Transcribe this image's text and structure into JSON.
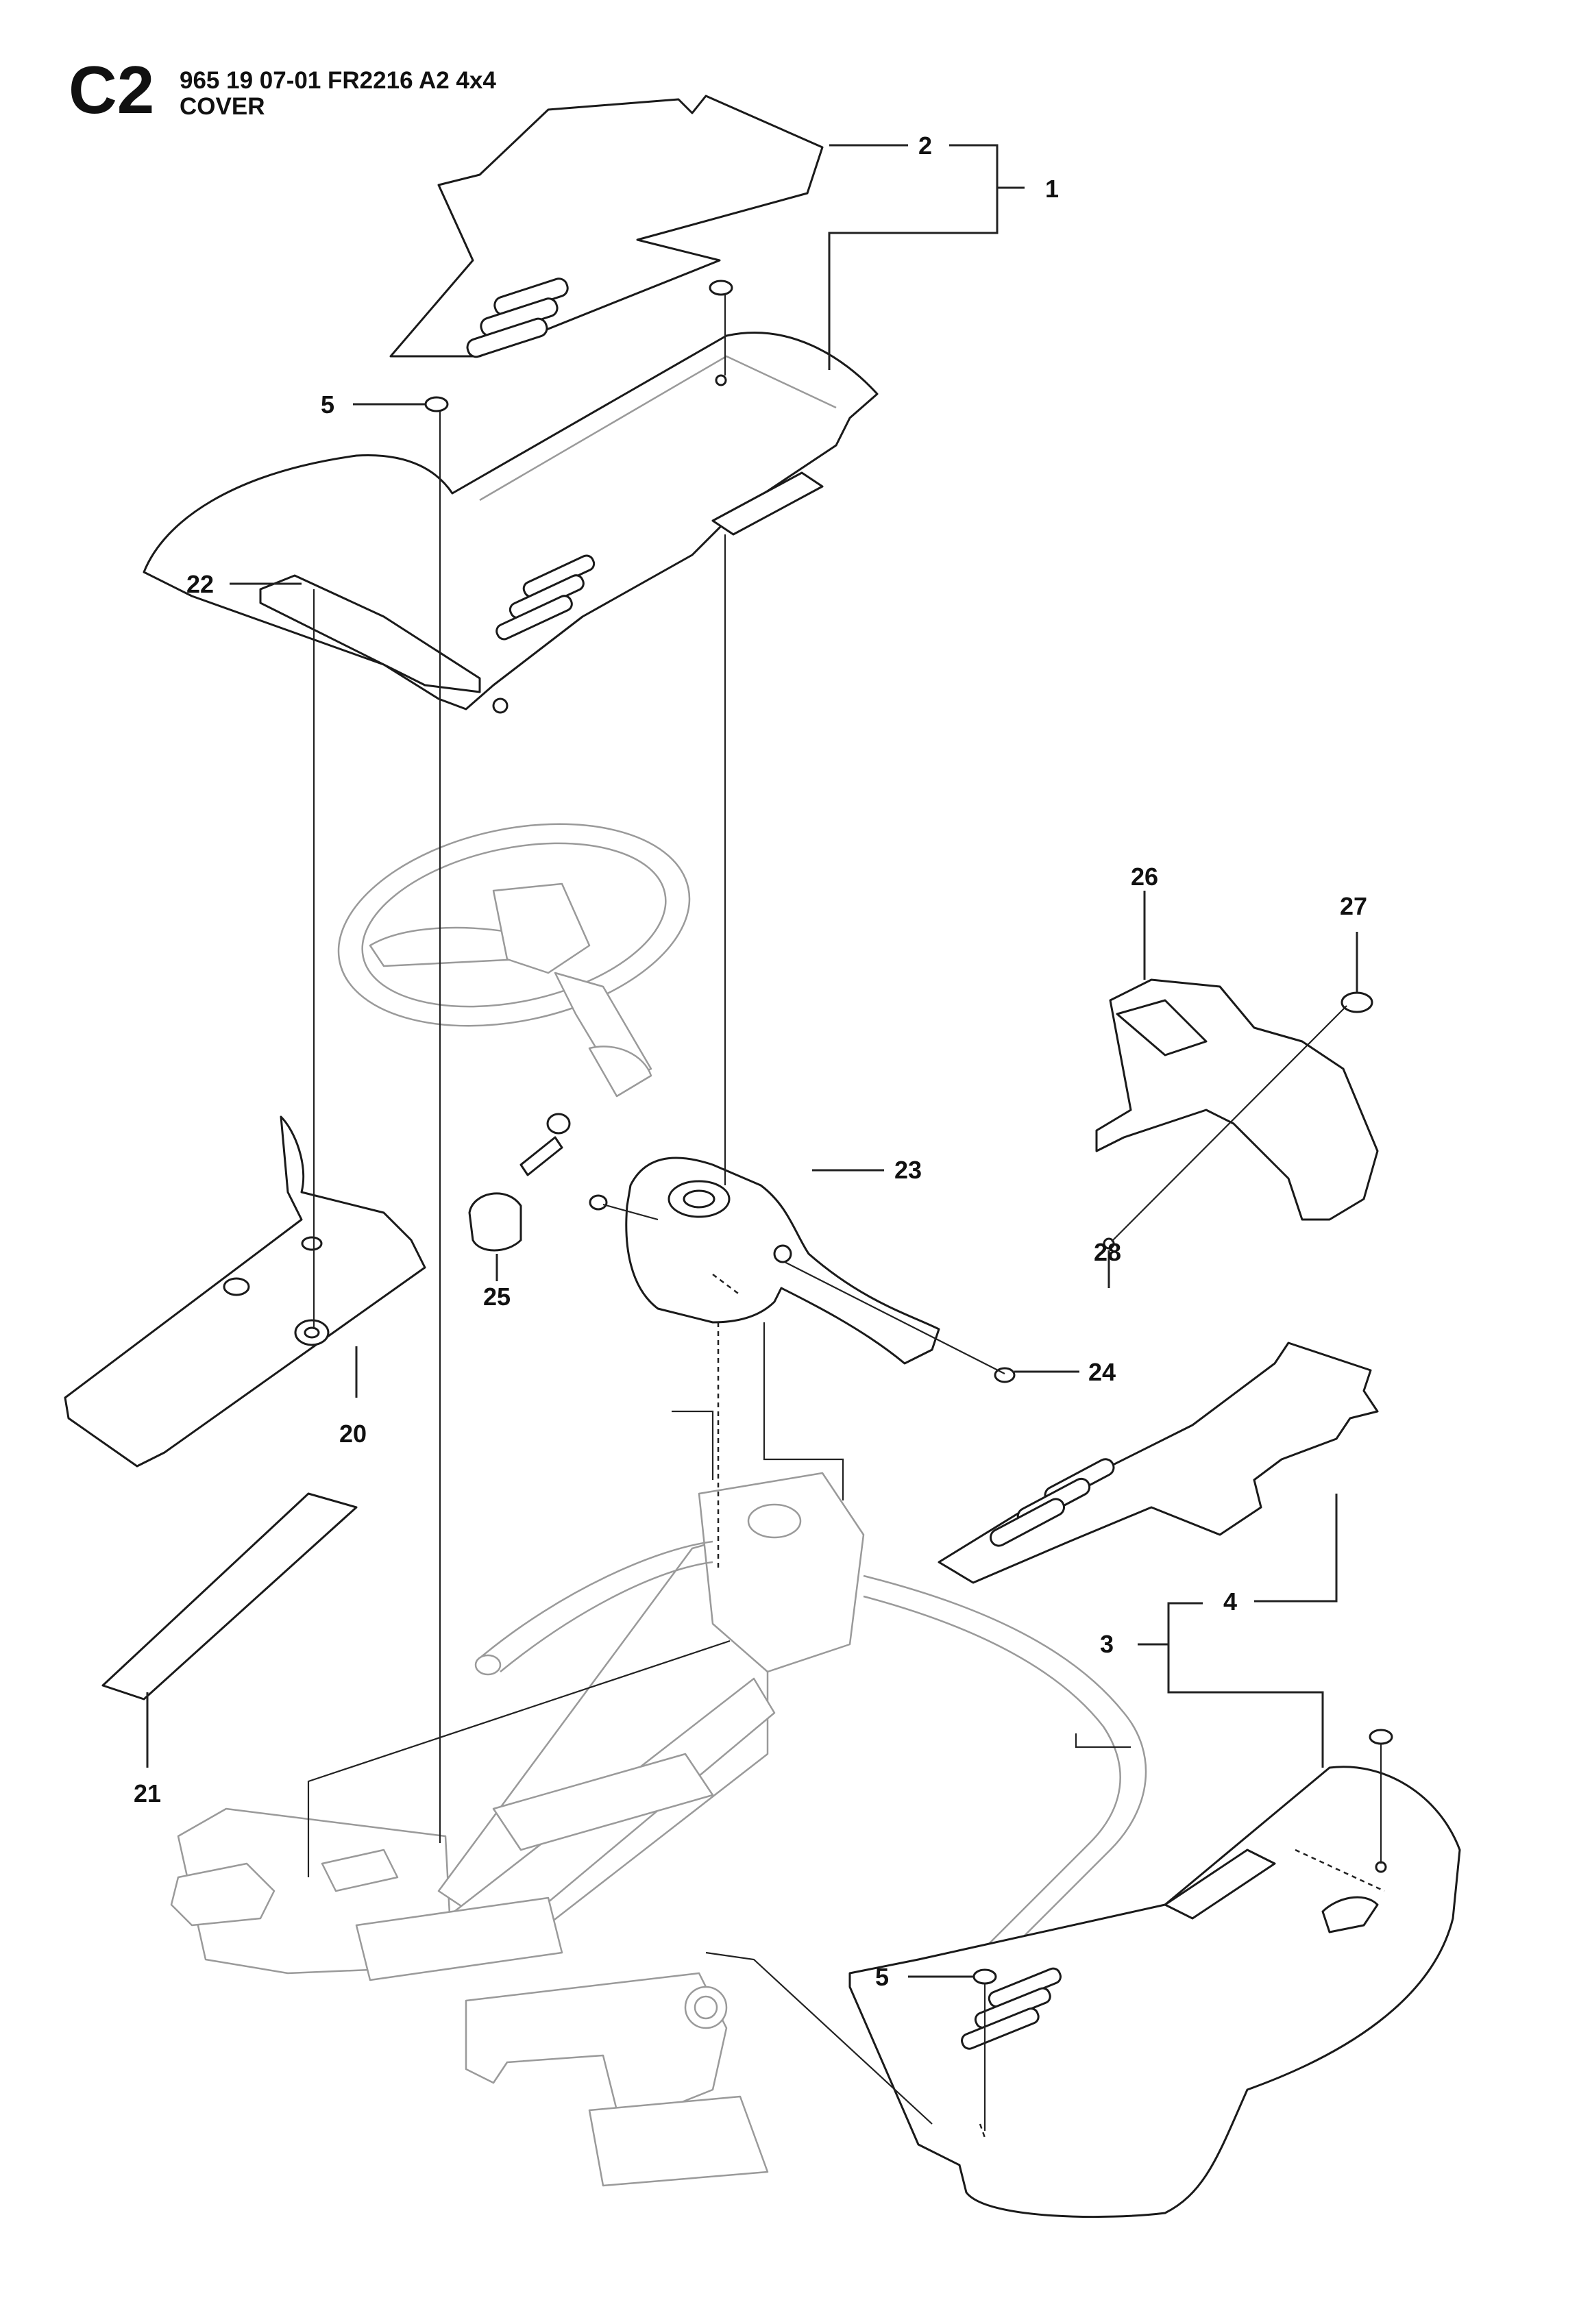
{
  "header": {
    "section_code": "C2",
    "model_line": "965 19 07-01 FR2216 A2 4x4",
    "section_title": "COVER"
  },
  "callouts": {
    "c1": "1",
    "c2": "2",
    "c3": "3",
    "c4": "4",
    "c5_top": "5",
    "c5_bottom": "5",
    "c20": "20",
    "c21": "21",
    "c22": "22",
    "c23": "23",
    "c24": "24",
    "c25": "25",
    "c26": "26",
    "c27": "27",
    "c28": "28"
  }
}
